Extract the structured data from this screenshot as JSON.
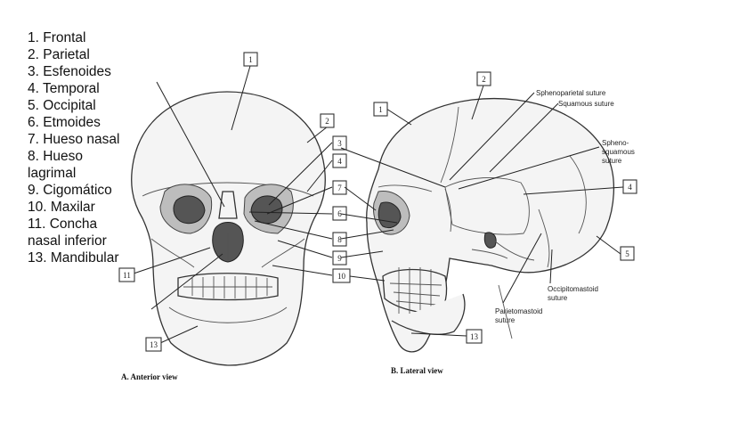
{
  "legend": [
    "1. Frontal",
    "2. Parietal",
    "3. Esfenoides",
    "4. Temporal",
    "5. Occipital",
    "6. Etmoides",
    "7. Hueso nasal",
    "8. Hueso lagrimal",
    "9. Cigomático",
    "10. Maxilar",
    "11. Concha nasal inferior",
    "13. Mandibular"
  ],
  "anterior": {
    "caption": "A. Anterior view",
    "labels": [
      "1",
      "2",
      "3",
      "4",
      "7",
      "6",
      "8",
      "9",
      "10",
      "11",
      "13"
    ]
  },
  "lateral": {
    "caption": "B. Lateral view",
    "labels": [
      "1",
      "2",
      "4",
      "5",
      "13"
    ],
    "sutures": {
      "sphenoparietal": "Sphenoparietal suture",
      "squamous": "Squamous suture",
      "sphenosquamous": [
        "Spheno-",
        "squamous",
        "suture"
      ],
      "occipitomastoid": [
        "Occipitomastoid",
        "suture"
      ],
      "parietomastoid": [
        "Parietomastoid",
        "suture"
      ]
    }
  }
}
